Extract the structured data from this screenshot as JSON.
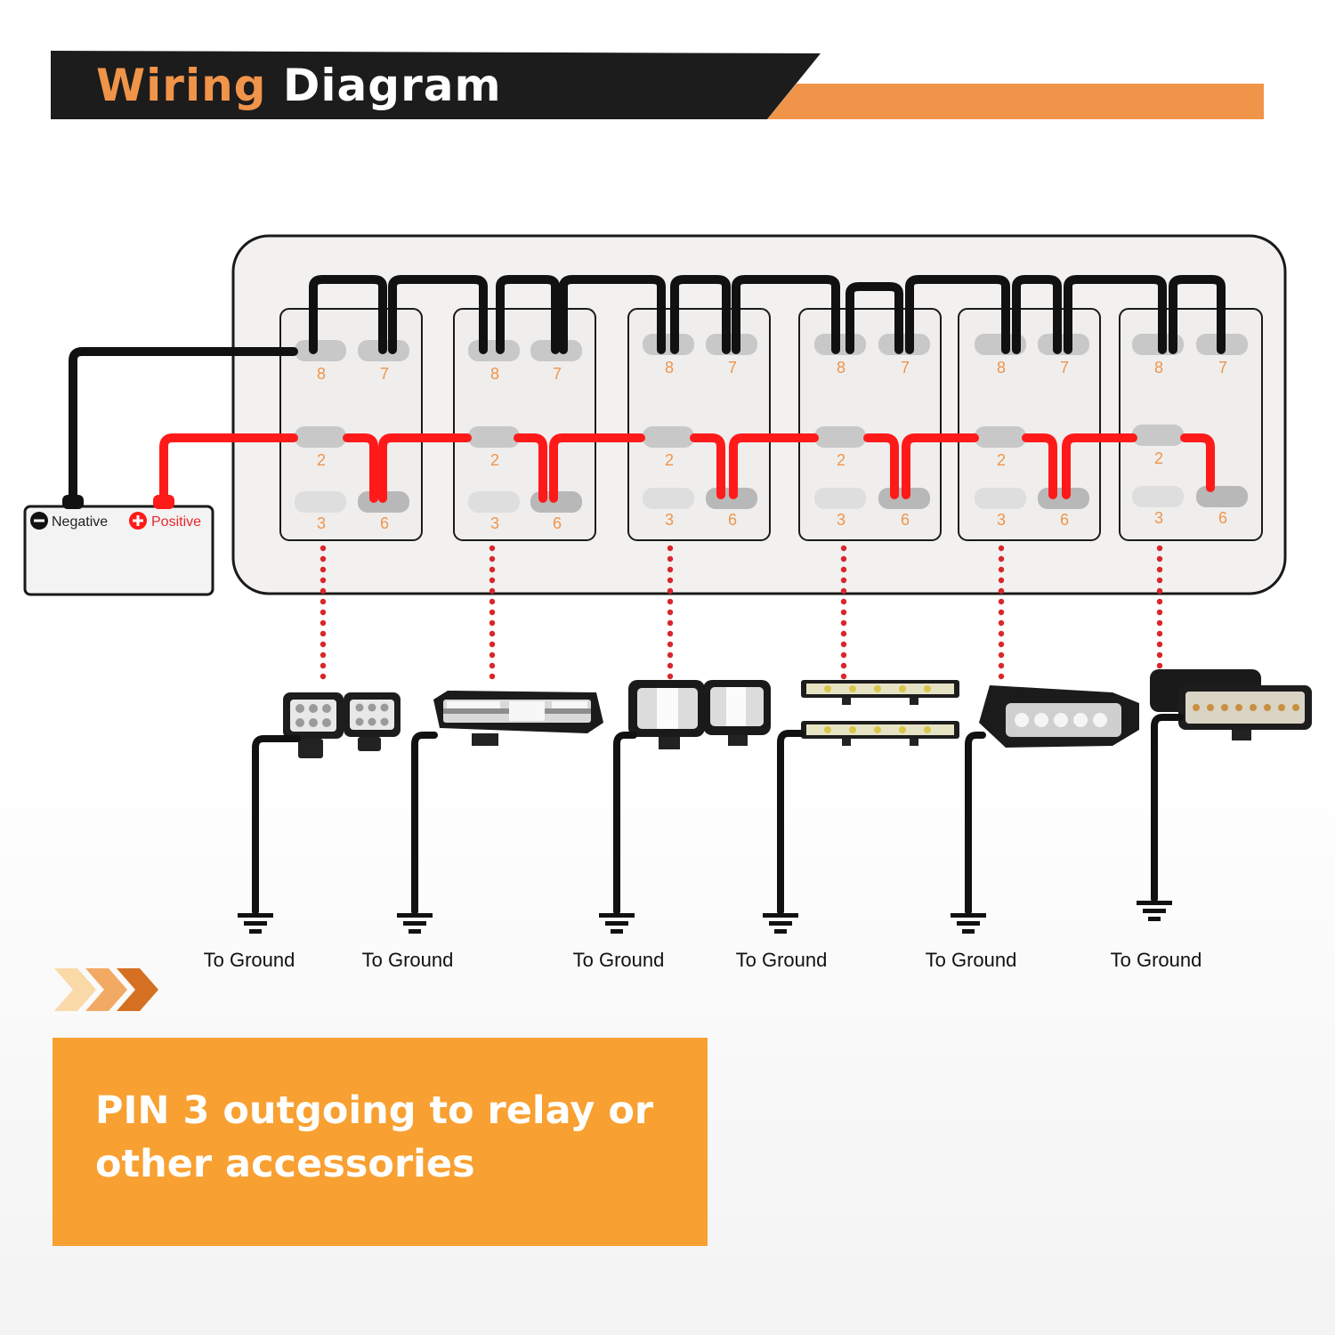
{
  "header": {
    "title_word1": "Wiring",
    "title_word2": "Diagram"
  },
  "battery": {
    "negative_label": "Negative",
    "positive_label": "Positive"
  },
  "switches": [
    {
      "pins": [
        "8",
        "7",
        "2",
        "3",
        "6"
      ]
    },
    {
      "pins": [
        "8",
        "7",
        "2",
        "3",
        "6"
      ]
    },
    {
      "pins": [
        "8",
        "7",
        "2",
        "3",
        "6"
      ]
    },
    {
      "pins": [
        "8",
        "7",
        "2",
        "3",
        "6"
      ]
    },
    {
      "pins": [
        "8",
        "7",
        "2",
        "3",
        "6"
      ]
    },
    {
      "pins": [
        "8",
        "7",
        "2",
        "3",
        "6"
      ]
    }
  ],
  "grounds": [
    "To Ground",
    "To Ground",
    "To Ground",
    "To Ground",
    "To Ground",
    "To Ground"
  ],
  "note": {
    "text": "PIN 3 outgoing to relay or other accessories"
  },
  "colors": {
    "accent_orange": "#f0944a",
    "note_orange": "#f8a031",
    "positive_wire": "#ff1a1a",
    "negative_wire": "#111111",
    "dotted_lead": "#d9262b"
  }
}
